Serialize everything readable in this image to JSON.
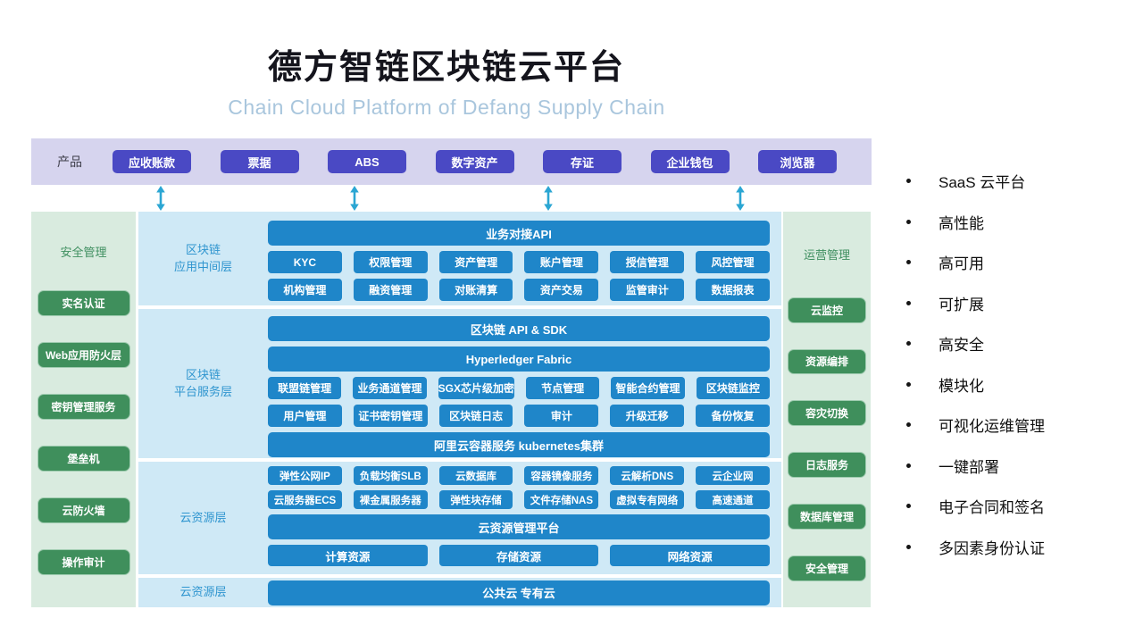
{
  "title": "德方智链区块链云平台",
  "subtitle": "Chain Cloud Platform of Defang Supply Chain",
  "product_bar": {
    "label": "产品",
    "products": [
      "应收账款",
      "票据",
      "ABS",
      "数字资产",
      "存证",
      "企业钱包",
      "浏览器"
    ]
  },
  "left_panel": {
    "title": "安全管理",
    "items": [
      "实名认证",
      "Web应用防火层",
      "密钥管理服务",
      "堡垒机",
      "云防火墙",
      "操作审计"
    ]
  },
  "right_panel": {
    "title": "运营管理",
    "items": [
      "云监控",
      "资源编排",
      "容灾切换",
      "日志服务",
      "数据库管理",
      "安全管理"
    ]
  },
  "layers": [
    {
      "label": "区块链\n应用中间层",
      "rows": [
        {
          "type": "full",
          "text": "业务对接API"
        },
        {
          "type": "grid",
          "items": [
            "KYC",
            "权限管理",
            "资产管理",
            "账户管理",
            "授信管理",
            "风控管理"
          ]
        },
        {
          "type": "grid",
          "items": [
            "机构管理",
            "融资管理",
            "对账清算",
            "资产交易",
            "监管审计",
            "数据报表"
          ]
        }
      ]
    },
    {
      "label": "区块链\n平台服务层",
      "rows": [
        {
          "type": "full",
          "text": "区块链 API & SDK"
        },
        {
          "type": "full",
          "text": "Hyperledger Fabric"
        },
        {
          "type": "grid",
          "items": [
            "联盟链管理",
            "业务通道管理",
            "SGX芯片级加密",
            "节点管理",
            "智能合约管理",
            "区块链监控"
          ]
        },
        {
          "type": "grid",
          "items": [
            "用户管理",
            "证书密钥管理",
            "区块链日志",
            "审计",
            "升级迁移",
            "备份恢复"
          ]
        },
        {
          "type": "full",
          "text": "阿里云容器服务 kubernetes集群"
        }
      ]
    },
    {
      "label": "云资源层",
      "rows": [
        {
          "type": "grid",
          "items": [
            "弹性公网IP",
            "负载均衡SLB",
            "云数据库",
            "容器镜像服务",
            "云解析DNS",
            "云企业网"
          ]
        },
        {
          "type": "grid",
          "items": [
            "云服务器ECS",
            "裸金属服务器",
            "弹性块存储",
            "文件存储NAS",
            "虚拟专有网络",
            "高速通道"
          ]
        },
        {
          "type": "full",
          "text": "云资源管理平台"
        },
        {
          "type": "grid",
          "items": [
            "计算资源",
            "存储资源",
            "网络资源"
          ]
        }
      ]
    },
    {
      "label": "云资源层",
      "rows": [
        {
          "type": "full",
          "text": "公共云 专有云"
        }
      ]
    }
  ],
  "features": [
    "SaaS 云平台",
    "高性能",
    "高可用",
    "可扩展",
    "高安全",
    "模块化",
    "可视化运维管理",
    "一键部署",
    "电子合同和签名",
    "多因素身份认证"
  ],
  "colors": {
    "product_bar_bg": "#d6d4ee",
    "product_button": "#4a49c4",
    "blue_button": "#1f86c9",
    "layer_bg": "#cfe9f6",
    "layer_label_text": "#2f95cf",
    "panel_bg": "#d9ebdf",
    "panel_title_text": "#3f8f60",
    "green_button": "#3f8f5c",
    "arrow": "#2ba6d3",
    "subtitle_text": "#a9c6dd"
  }
}
